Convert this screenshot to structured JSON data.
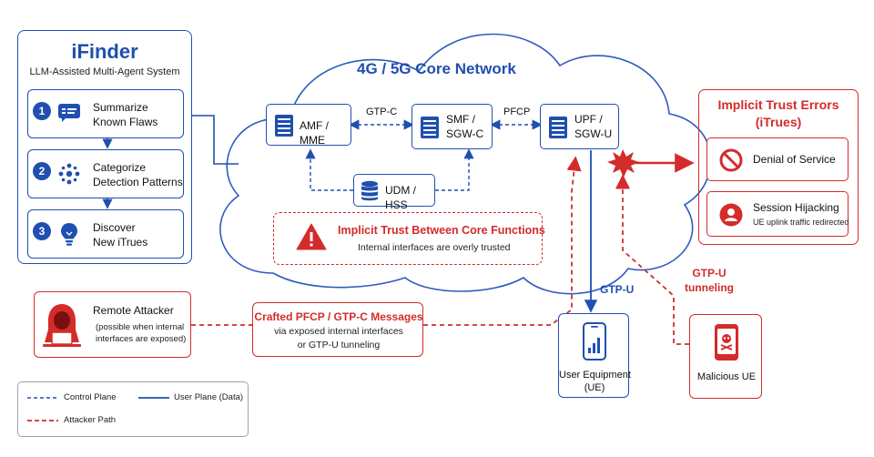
{
  "colors": {
    "blue": "#1f4fb0",
    "red": "#d42b2b",
    "ink": "#1f2937"
  },
  "ifinder": {
    "title": "iFinder",
    "subtitle": "LLM-Assisted Multi-Agent System",
    "steps": [
      {
        "num": "1",
        "line1": "Summarize",
        "line2": "Known Flaws",
        "icon": "chat-list-icon"
      },
      {
        "num": "2",
        "line1": "Categorize",
        "line2": "Detection Patterns",
        "icon": "dots-cluster-icon"
      },
      {
        "num": "3",
        "line1": "Discover",
        "line2": "New iTrues",
        "icon": "lightbulb-icon"
      }
    ]
  },
  "core": {
    "title": "4G / 5G Core Network",
    "amf": "AMF / MME",
    "smf_line1": "SMF /",
    "smf_line2": "SGW-C",
    "upf_line1": "UPF /",
    "upf_line2": "SGW-U",
    "udm": "UDM / HSS",
    "gtpc_label": "GTP-C",
    "pfcp_label": "PFCP",
    "implicit_title": "Implicit Trust Between Core Functions",
    "implicit_sub": "Internal interfaces are overly trusted"
  },
  "itrues": {
    "title_line1": "Implicit Trust Errors",
    "title_line2": "(iTrues)",
    "dos": "Denial of Service",
    "hijack_title": "Session Hijacking",
    "hijack_sub": "UE uplink traffic redirected"
  },
  "attacker": {
    "title": "Remote Attacker",
    "sub1": "(possible when internal",
    "sub2": "interfaces are exposed)"
  },
  "crafted": {
    "title": "Crafted PFCP / GTP-C Messages",
    "sub1": "via exposed internal interfaces",
    "sub2": "or GTP-U tunneling"
  },
  "gtpu_label": "GTP-U",
  "gtpu_tunnel_line1": "GTP-U",
  "gtpu_tunnel_line2": "tunneling",
  "ue": {
    "line1": "User Equipment",
    "line2": "(UE)"
  },
  "malicious_ue": "Malicious UE",
  "legend": {
    "control": "Control Plane",
    "user": "User Plane (Data)",
    "attacker": "Attacker Path"
  }
}
